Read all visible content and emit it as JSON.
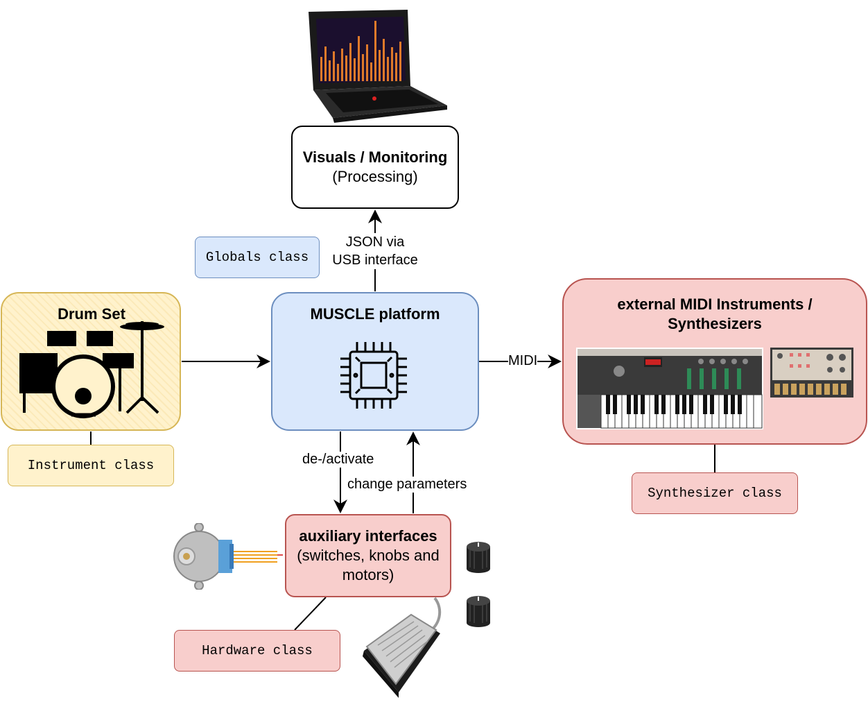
{
  "nodes": {
    "visuals": {
      "title": "Visuals / Monitoring",
      "subtitle": "(Processing)"
    },
    "muscle": {
      "title": "MUSCLE platform"
    },
    "drum": {
      "title": "Drum Set"
    },
    "midi_ext": {
      "title_line1": "external MIDI Instruments /",
      "title_line2": "Synthesizers"
    },
    "aux": {
      "title": "auxiliary interfaces",
      "line2": "(switches, knobs and",
      "line3": "motors)"
    }
  },
  "classes": {
    "globals": "Globals class",
    "instrument": "Instrument class",
    "synthesizer": "Synthesizer class",
    "hardware": "Hardware class"
  },
  "edges": {
    "json_line1": "JSON via",
    "json_line2": "USB interface",
    "midi": "MIDI",
    "deactivate": "de-/activate",
    "change": "change parameters"
  },
  "colors": {
    "blue_fill": "#dae8fc",
    "blue_stroke": "#6c8ebf",
    "yellow_fill": "#fff2cc",
    "yellow_stroke": "#d6b656",
    "red_fill": "#f8cecc",
    "red_stroke": "#b85450"
  }
}
